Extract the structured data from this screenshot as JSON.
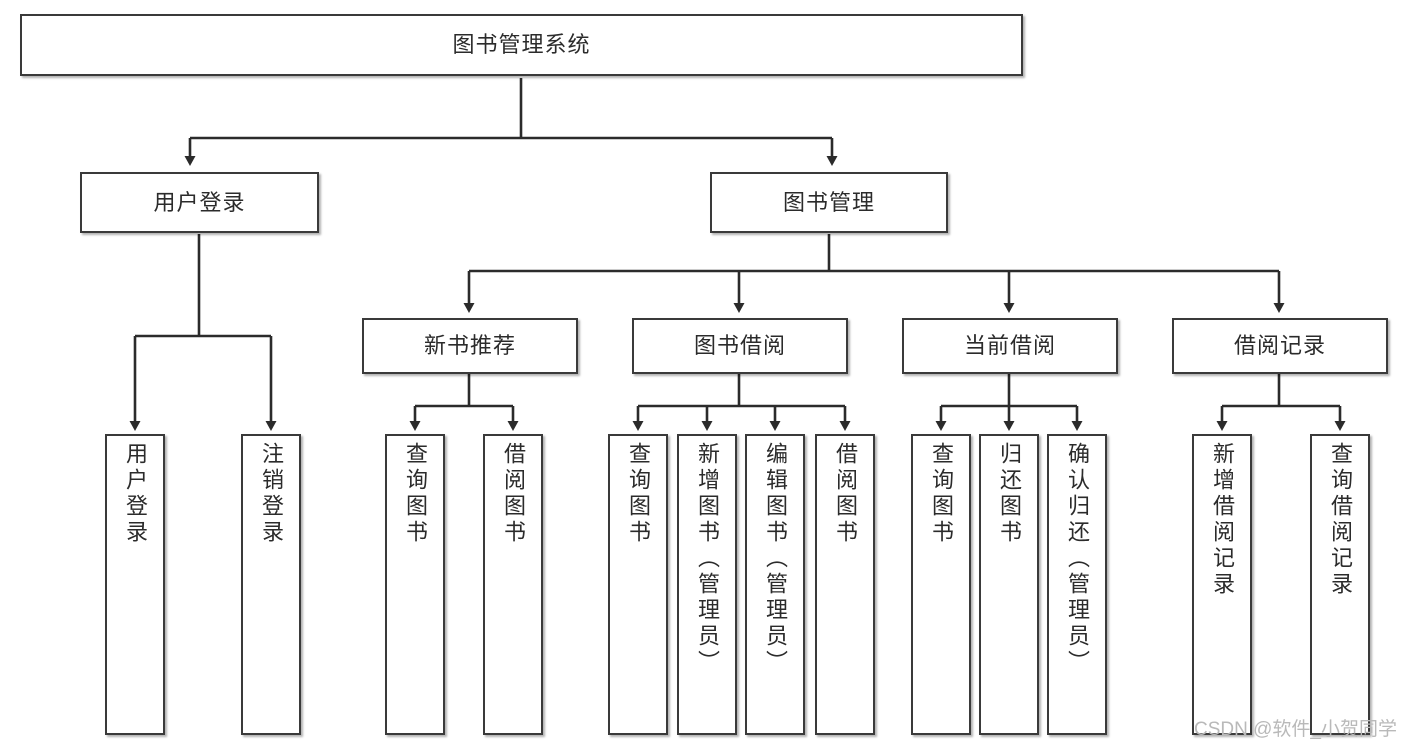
{
  "diagram": {
    "type": "tree",
    "title": "图书管理系统",
    "root": {
      "id": "root",
      "label": "图书管理系统"
    },
    "level2": [
      {
        "id": "user-login",
        "label": "用户登录"
      },
      {
        "id": "book-management",
        "label": "图书管理"
      }
    ],
    "level3": [
      {
        "id": "new-book-recommend",
        "label": "新书推荐",
        "parent": "book-management"
      },
      {
        "id": "book-borrow",
        "label": "图书借阅",
        "parent": "book-management"
      },
      {
        "id": "current-borrow",
        "label": "当前借阅",
        "parent": "book-management"
      },
      {
        "id": "borrow-record",
        "label": "借阅记录",
        "parent": "book-management"
      }
    ],
    "leaves": [
      {
        "id": "leaf-user-login",
        "label": "用户登录",
        "parent": "user-login"
      },
      {
        "id": "leaf-logout",
        "label": "注销登录",
        "parent": "user-login"
      },
      {
        "id": "leaf-query-book-1",
        "label": "查询图书",
        "parent": "new-book-recommend"
      },
      {
        "id": "leaf-borrow-book-1",
        "label": "借阅图书",
        "parent": "new-book-recommend"
      },
      {
        "id": "leaf-query-book-2",
        "label": "查询图书",
        "parent": "book-borrow"
      },
      {
        "id": "leaf-add-book",
        "label": "新增图书（管理员）",
        "parent": "book-borrow"
      },
      {
        "id": "leaf-edit-book",
        "label": "编辑图书（管理员）",
        "parent": "book-borrow"
      },
      {
        "id": "leaf-borrow-book-2",
        "label": "借阅图书",
        "parent": "book-borrow"
      },
      {
        "id": "leaf-query-book-3",
        "label": "查询图书",
        "parent": "current-borrow"
      },
      {
        "id": "leaf-return-book",
        "label": "归还图书",
        "parent": "current-borrow"
      },
      {
        "id": "leaf-confirm-return",
        "label": "确认归还（管理员）",
        "parent": "current-borrow"
      },
      {
        "id": "leaf-add-record",
        "label": "新增借阅记录",
        "parent": "borrow-record"
      },
      {
        "id": "leaf-query-record",
        "label": "查询借阅记录",
        "parent": "borrow-record"
      }
    ]
  },
  "watermark": {
    "text": "CSDN @软件_小贺同学"
  },
  "colors": {
    "background": "#ffffff",
    "box_border": "#3a3a3a",
    "box_fill": "#ffffff",
    "text": "#2b2b2b",
    "connector": "#2b2b2b",
    "watermark": "#b9b9b9"
  }
}
